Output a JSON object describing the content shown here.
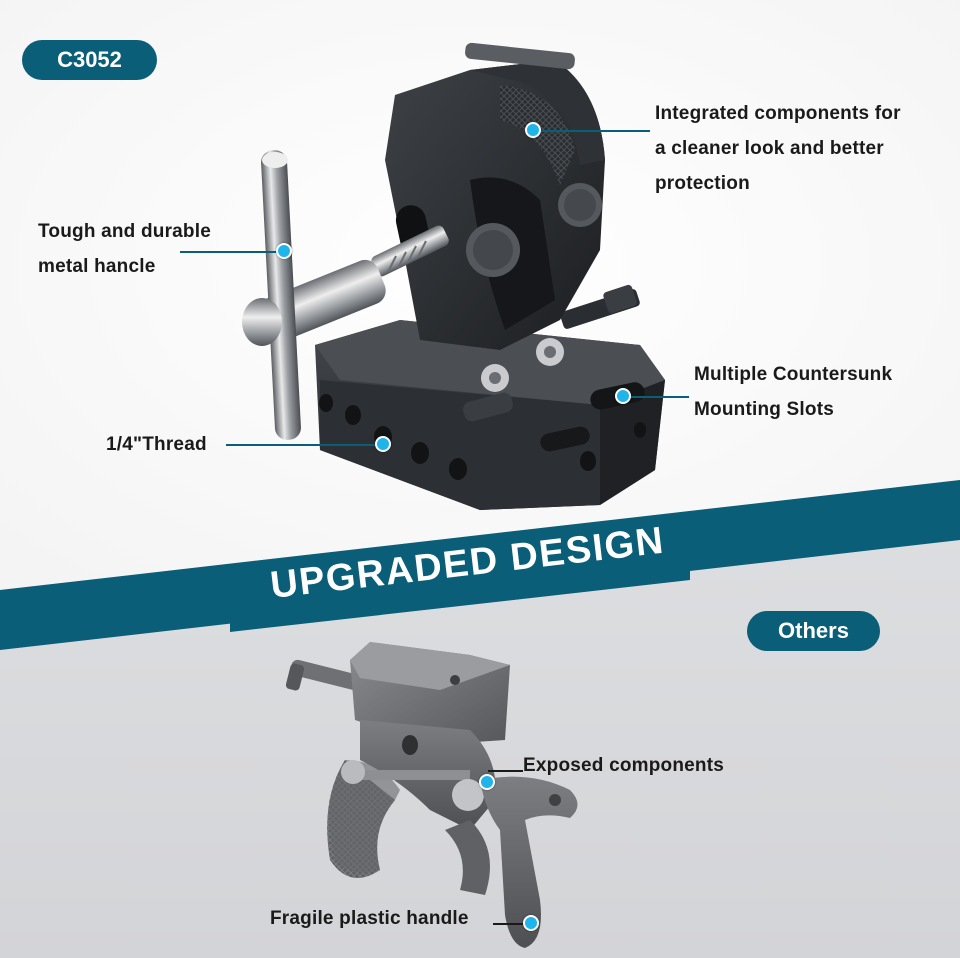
{
  "colors": {
    "brand_teal": "#0b5e78",
    "callout_dot": "#1fb4ea",
    "top_background": "#ffffff",
    "bottom_background": "#dcdde0"
  },
  "badges": {
    "model": "C3052",
    "others": "Others"
  },
  "banner": {
    "text": "UPGRADED DESIGN"
  },
  "top_callouts": {
    "integrated": [
      "Integrated components for",
      "a cleaner look and better",
      "protection"
    ],
    "handle": [
      "Tough and durable",
      "metal hancle"
    ],
    "slots": [
      "Multiple Countersunk",
      "Mounting Slots"
    ],
    "thread": [
      "1/4\"Thread"
    ]
  },
  "bottom_callouts": {
    "exposed": "Exposed components",
    "fragile": "Fragile plastic handle"
  }
}
